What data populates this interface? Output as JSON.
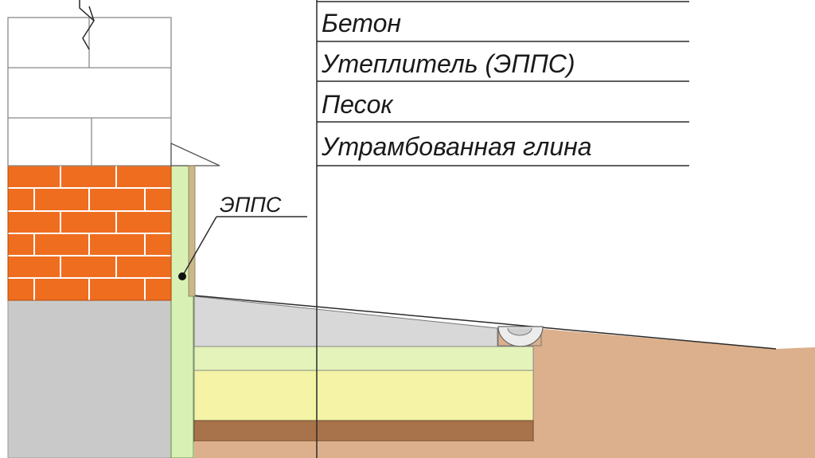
{
  "legend": {
    "items": [
      {
        "key": "concrete",
        "label": "Бетон"
      },
      {
        "key": "insulation",
        "label": "Утеплитель (ЭППС)"
      },
      {
        "key": "sand",
        "label": "Песок"
      },
      {
        "key": "clay",
        "label": "Утрамбованная глина"
      }
    ]
  },
  "callout": {
    "label": "ЭППС"
  },
  "colors": {
    "brick": "#ef6d1f",
    "block": "#ffffff",
    "foundation": "#c9c9c9",
    "epps_vertical": "#d9f0b4",
    "concrete": "#d8d8d8",
    "insulation": "#e3f3b9",
    "sand": "#f4f3a6",
    "clay_layer": "#a8734a",
    "ground": "#dcb08c"
  }
}
